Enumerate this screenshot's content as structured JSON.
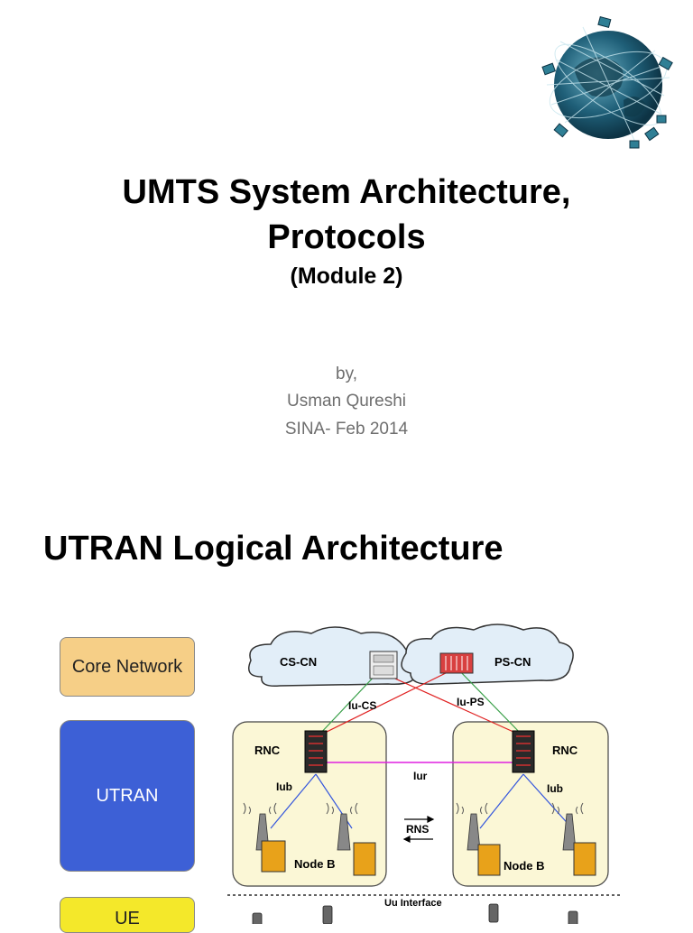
{
  "slide1": {
    "title_line1": "UMTS System Architecture,",
    "title_line2": "Protocols",
    "subtitle": "(Module 2)",
    "by": "by,",
    "author": "Usman Qureshi",
    "date_line": "SINA- Feb 2014"
  },
  "slide2": {
    "title": "UTRAN Logical Architecture",
    "legend": {
      "core_network": "Core Network",
      "utran": "UTRAN",
      "ue": "UE"
    },
    "diagram": {
      "cs_cn": "CS-CN",
      "ps_cn": "PS-CN",
      "iu_cs": "Iu-CS",
      "iu_ps": "Iu-PS",
      "rnc_left": "RNC",
      "rnc_right": "RNC",
      "iur": "Iur",
      "iub_left": "Iub",
      "iub_right": "Iub",
      "rns": "RNS",
      "node_b_left": "Node B",
      "node_b_right": "Node B",
      "uu_interface": "Uu Interface"
    }
  }
}
